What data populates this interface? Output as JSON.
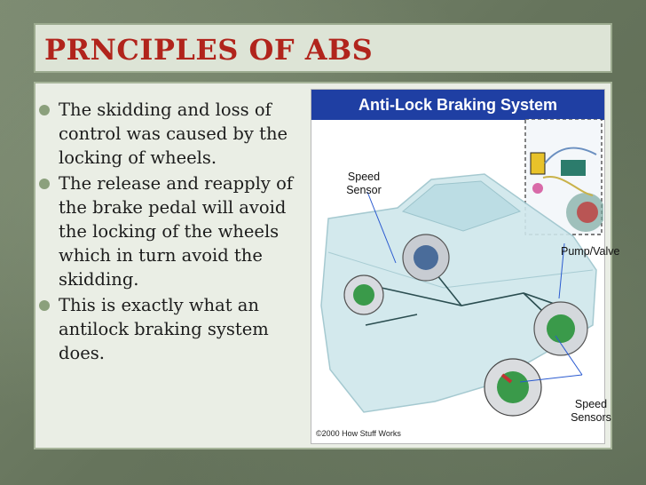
{
  "slide": {
    "title": "PRNCIPLES OF ABS",
    "bullets": [
      "The skidding and loss of control was caused by the locking of wheels.",
      "The release and reapply of the brake pedal will avoid the locking of the wheels which in turn avoid the skidding.",
      "This is exactly what an antilock braking system does."
    ]
  },
  "figure": {
    "title": "Anti-Lock Braking System",
    "label_speed_sensor_line1": "Speed",
    "label_speed_sensor_line2": "Sensor",
    "label_pump_valve": "Pump/Valve",
    "label_speed_sensors_line1": "Speed",
    "label_speed_sensors_line2": "Sensors",
    "copyright": "©2000 How Stuff Works"
  },
  "colors": {
    "title_red": "#b1241c",
    "header_blue": "#1f3fa3",
    "bullet_green": "#8ba07c"
  }
}
